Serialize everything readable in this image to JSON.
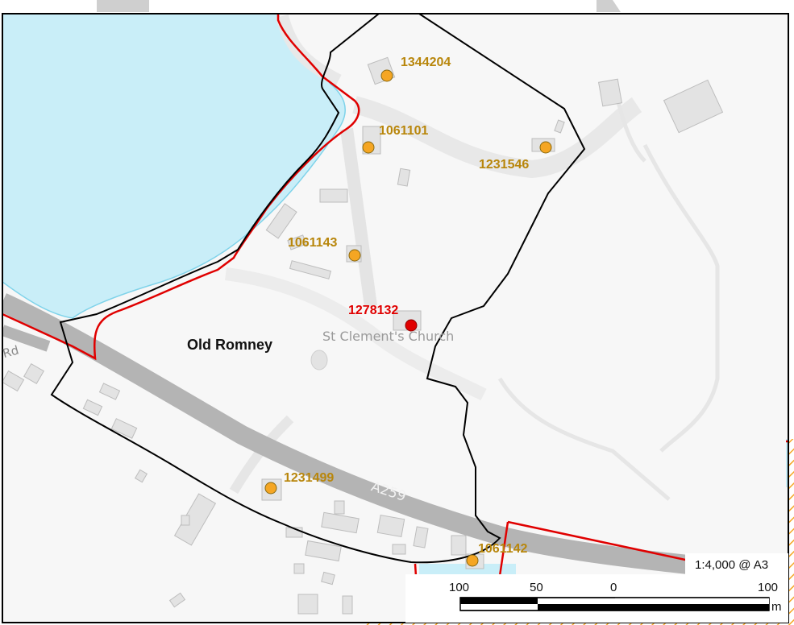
{
  "map": {
    "place_label": "Old Romney",
    "church_label": "St Clement's Church",
    "road_label": "A259",
    "road_label_partial": "Rd",
    "colors": {
      "water": "#c9eef8",
      "land": "#f7f7f7",
      "major_road": "#b4b4b4",
      "minor_road": "#e6e6e6",
      "building": "#e3e3e3",
      "boundary_black": "#000000",
      "boundary_red": "#e00000",
      "listed_marker": "#f5a623",
      "highlight_marker": "#e00000",
      "hatch": "#f5a623"
    },
    "listed_buildings": [
      {
        "id": "1344204"
      },
      {
        "id": "1061101"
      },
      {
        "id": "1231546"
      },
      {
        "id": "1061143"
      },
      {
        "id": "1231499"
      },
      {
        "id": "1061142"
      }
    ],
    "highlighted_building": {
      "id": "1278132"
    }
  },
  "scale_bar": {
    "scale_text": "1:4,000 @ A3",
    "ticks": [
      "100",
      "50",
      "0",
      "100"
    ],
    "unit": "m"
  }
}
